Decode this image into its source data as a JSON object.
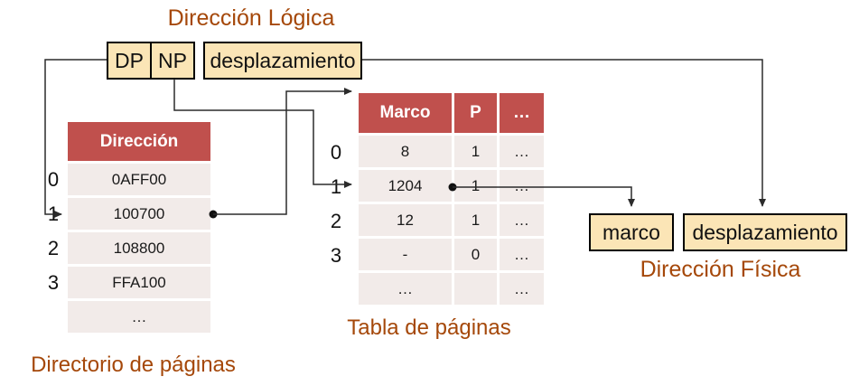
{
  "logical_address": {
    "title": "Dirección Lógica",
    "dp_label": "DP",
    "np_label": "NP",
    "offset_label": "desplazamiento"
  },
  "directory": {
    "caption": "Directorio de páginas",
    "header": "Dirección",
    "row_indices": [
      "0",
      "1",
      "2",
      "3"
    ],
    "rows": [
      "0AFF00",
      "100700",
      "108800",
      "FFA100",
      "…"
    ]
  },
  "page_table": {
    "caption": "Tabla de páginas",
    "headers": [
      "Marco",
      "P",
      "…"
    ],
    "row_indices": [
      "0",
      "1",
      "2",
      "3"
    ],
    "rows": [
      [
        "8",
        "1",
        "…"
      ],
      [
        "1204",
        "1",
        "…"
      ],
      [
        "12",
        "1",
        "…"
      ],
      [
        "-",
        "0",
        "…"
      ],
      [
        "…",
        "",
        "…"
      ]
    ]
  },
  "physical_address": {
    "caption": "Dirección Física",
    "frame_label": "marco",
    "offset_label": "desplazamiento"
  },
  "colors": {
    "accent-red": "#C0504D",
    "row-pink": "#F2EBE9",
    "box-cream": "#FBE5B6",
    "label-brown": "#A5480A",
    "line-dark": "#2B2B2B"
  }
}
